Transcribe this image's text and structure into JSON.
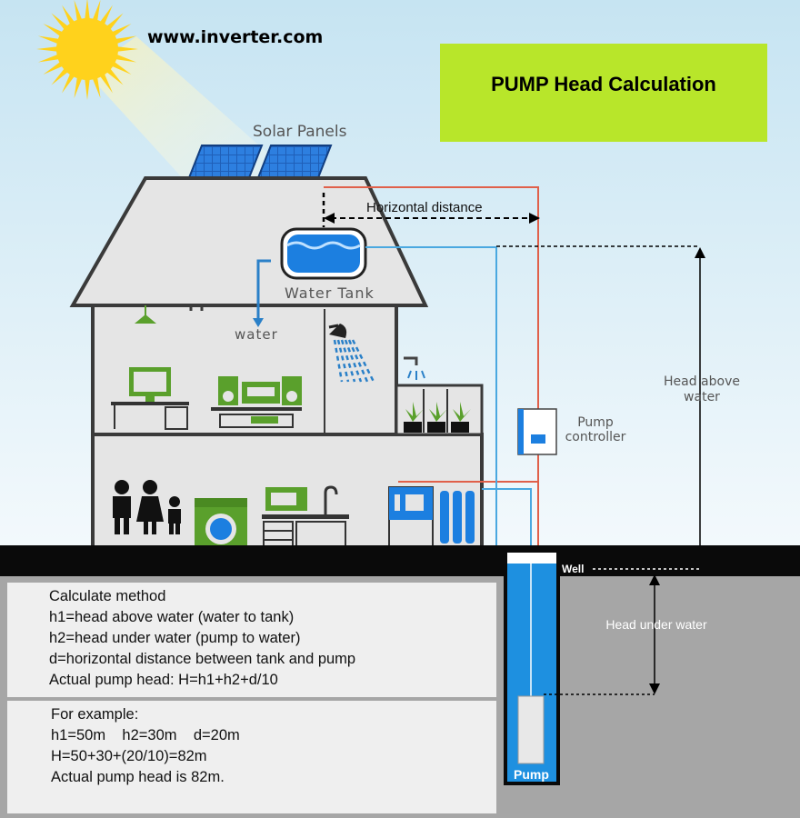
{
  "header": {
    "site_url": "www.inverter.com",
    "title": "PUMP Head Calculation"
  },
  "labels": {
    "solar_panels": "Solar Panels",
    "horizontal_distance": "Horizontal distance",
    "water_tank": "Water Tank",
    "water": "water",
    "head_above_water": "Head above water",
    "pump_controller": "Pump controller",
    "well": "Well",
    "head_under_water": "Head under water",
    "pump": "Pump"
  },
  "method": {
    "lines": [
      "Calculate method",
      "h1=head above water (water to tank)",
      "h2=head under water (pump to water)",
      "d=horizontal distance between tank and pump",
      "Actual pump head: H=h1+h2+d/10"
    ]
  },
  "example": {
    "lines": [
      "For example:",
      "h1=50m    h2=30m    d=20m",
      "H=50+30+(20/10)=82m",
      "Actual pump head is 82m."
    ]
  },
  "colors": {
    "sky_top": "#c6e4f2",
    "sky_bottom": "#f3f9fc",
    "title_bg": "#b8e62a",
    "house_fill": "#e5e5e5",
    "house_stroke": "#3a3a3a",
    "ground": "#0a0a0a",
    "underground": "#a6a6a6",
    "text_box": "#efefef",
    "well": "#1e90e0",
    "pipe_red": "#e0604a",
    "pipe_blue": "#4aa8e0",
    "appliance_green": "#5aa02c",
    "sun": "#ffd21c"
  }
}
